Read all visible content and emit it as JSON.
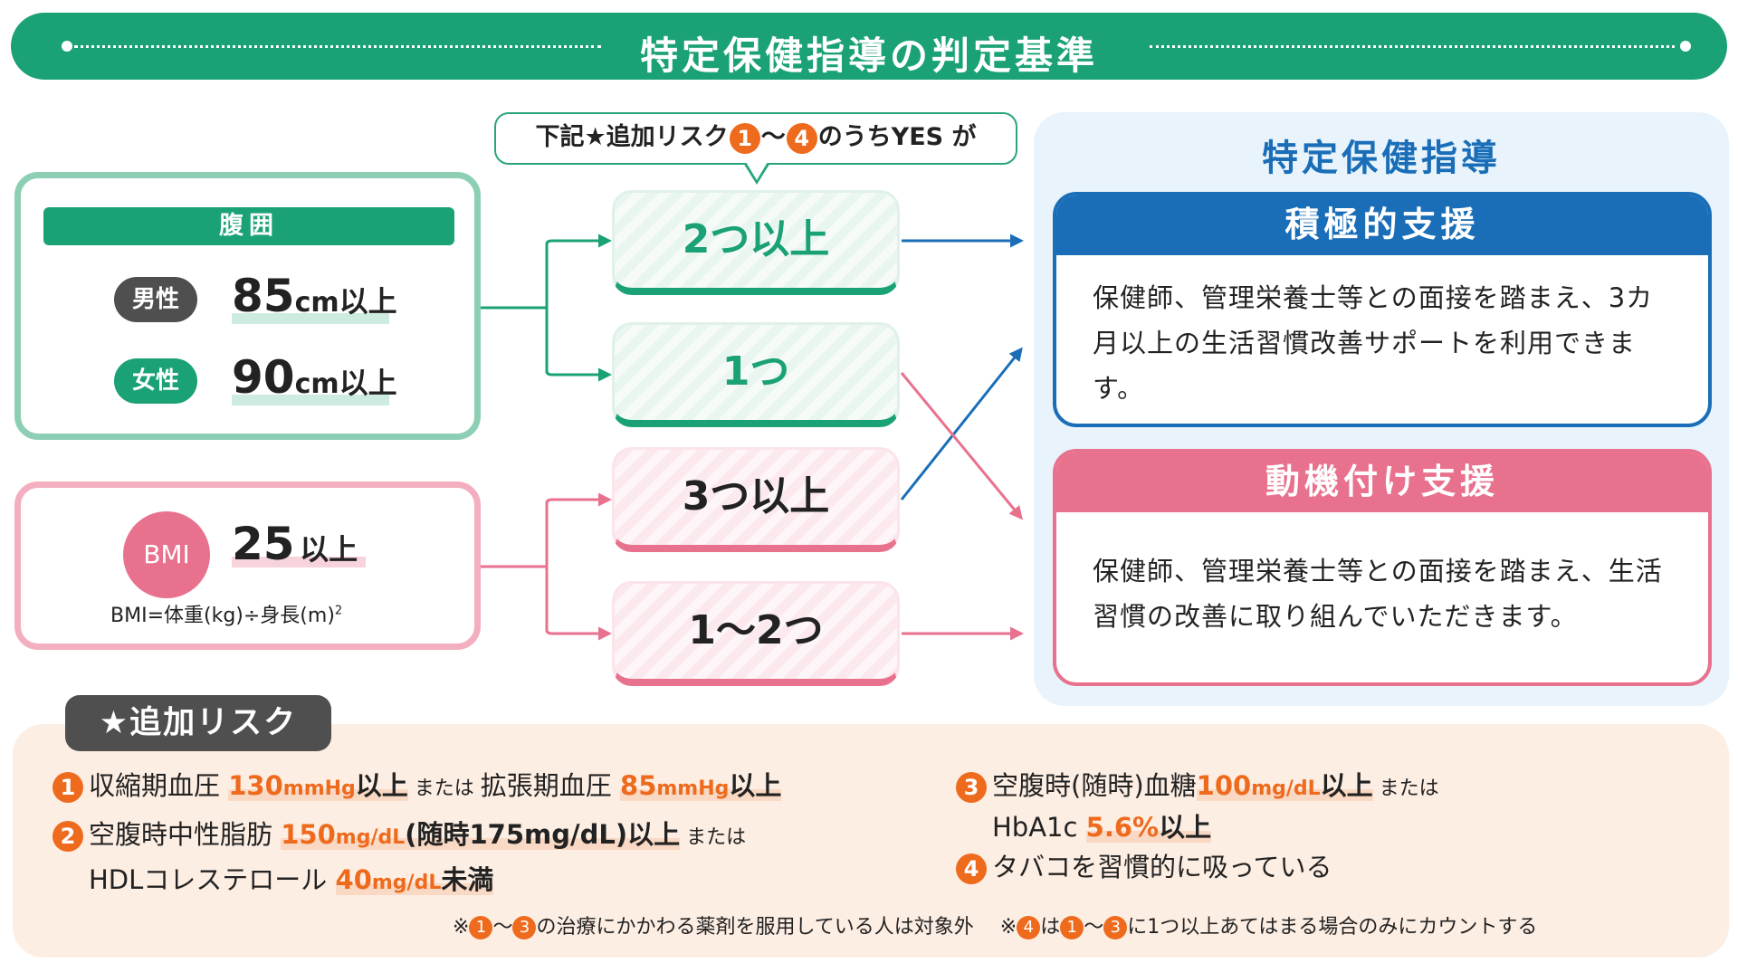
{
  "header": {
    "title": "特定保健指導の判定基準"
  },
  "waist": {
    "label": "腹囲",
    "male": {
      "label": "男性",
      "value": "85",
      "unit": "cm",
      "suffix": "以上"
    },
    "female": {
      "label": "女性",
      "value": "90",
      "unit": "cm",
      "suffix": "以上"
    }
  },
  "bmi": {
    "label": "BMI",
    "value": "25",
    "suffix": "以上",
    "formula": "BMI=体重(kg)÷身長(m)",
    "formula_sup": "2"
  },
  "callout": {
    "prefix": "下記★追加リスク",
    "n1": "1",
    "tilde": "～",
    "n4": "4",
    "suffix": "のうちYES が"
  },
  "middle": {
    "green_two": "2つ以上",
    "green_one": "1つ",
    "pink_three": "3つ以上",
    "pink_onetwo": "1～2つ"
  },
  "right": {
    "title": "特定保健指導",
    "active": {
      "title": "積極的支援",
      "body": "保健師、管理栄養士等との面接を踏まえ、3カ月以上の生活習慣改善サポートを利用できます。"
    },
    "motivation": {
      "title": "動機付け支援",
      "body": "保健師、管理栄養士等との面接を踏まえ、生活習慣の改善に取り組んでいただきます。"
    }
  },
  "risk": {
    "tag": "★追加リスク",
    "r1": {
      "num": "1",
      "a": "収縮期血圧 ",
      "v1": "130",
      "u1": "mmHg",
      "s1": "以上",
      "or": " または ",
      "b": "拡張期血圧 ",
      "v2": "85",
      "u2": "mmHg",
      "s2": "以上"
    },
    "r2": {
      "num": "2",
      "a": "空腹時中性脂肪 ",
      "v1": "150",
      "u1": "mg/dL",
      "p": "(随時175mg/dL)以上",
      "or": " または",
      "b": "HDLコレステロール ",
      "v2": "40",
      "u2": "mg/dL",
      "s2": "未満"
    },
    "r3": {
      "num": "3",
      "a": "空腹時(随時)血糖",
      "v1": "100",
      "u1": "mg/dL",
      "s1": "以上",
      "or": " または",
      "b": "HbA1c ",
      "v2": "5.6%",
      "s2": "以上"
    },
    "r4": {
      "num": "4",
      "a": "タバコを習慣的に吸っている"
    },
    "note": {
      "mark": "※",
      "n1": "1",
      "tilde": "～",
      "n3": "3",
      "t1": "の治療にかかわる薬剤を服用している人は対象外",
      "gap": "　 ※",
      "n4": "4",
      "t2": "は",
      "t3": "に1つ以上あてはまる場合のみにカウントする"
    }
  },
  "colors": {
    "green": "#1aa176",
    "pink": "#e8718e",
    "blue": "#1a6eb8",
    "orange": "#ee6a1d"
  }
}
